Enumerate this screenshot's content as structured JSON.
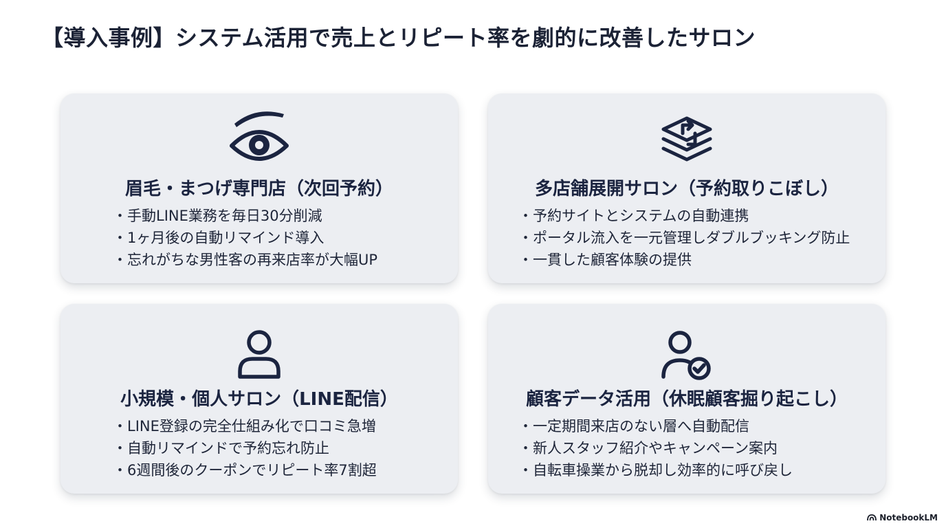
{
  "title": "【導入事例】システム活用で売上とリピート率を劇的に改善したサロン",
  "cards": [
    {
      "icon": "eye-icon",
      "title": "眉毛・まつげ専門店（次回予約）",
      "bullets": [
        "手動LINE業務を毎日30分削減",
        "1ヶ月後の自動リマインド導入",
        "忘れがちな男性客の再来店率が大幅UP"
      ]
    },
    {
      "icon": "layers-sync-icon",
      "title": "多店舗展開サロン（予約取りこぼし）",
      "bullets": [
        "予約サイトとシステムの自動連携",
        "ポータル流入を一元管理しダブルブッキング防止",
        "一貫した顧客体験の提供"
      ]
    },
    {
      "icon": "user-icon",
      "title": "小規模・個人サロン（LINE配信）",
      "bullets": [
        "LINE登録の完全仕組み化で口コミ急増",
        "自動リマインドで予約忘れ防止",
        "6週間後のクーポンでリピート率7割超"
      ]
    },
    {
      "icon": "user-check-icon",
      "title": "顧客データ活用（休眠顧客掘り起こし）",
      "bullets": [
        "一定期間来店のない層へ自動配信",
        "新人スタッフ紹介やキャンペーン案内",
        "自転車操業から脱却し効率的に呼び戻し"
      ]
    }
  ],
  "brand": {
    "label": "NotebookLM",
    "icon": "notebooklm-logo-icon"
  },
  "colors": {
    "icon": "#1b2440",
    "card_bg": "#eceef2",
    "text": "#1e2538"
  }
}
